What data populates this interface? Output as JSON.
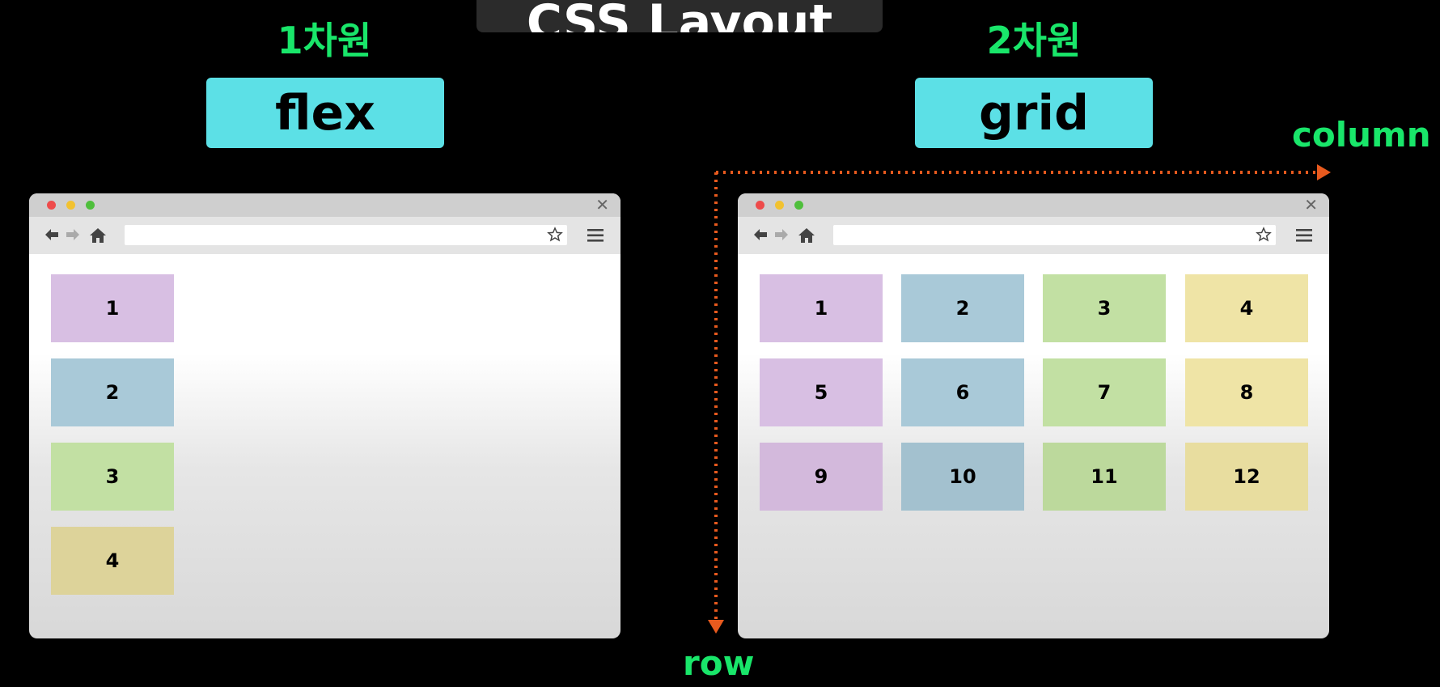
{
  "banner": {
    "title": "CSS Layout"
  },
  "left": {
    "dimension_label": "1차원",
    "mode_label": "flex",
    "items": [
      "1",
      "2",
      "3",
      "4"
    ]
  },
  "right": {
    "dimension_label": "2차원",
    "mode_label": "grid",
    "items": [
      "1",
      "2",
      "3",
      "4",
      "5",
      "6",
      "7",
      "8",
      "9",
      "10",
      "11",
      "12"
    ]
  },
  "axes": {
    "column_label": "column",
    "row_label": "row"
  },
  "browser": {
    "close_glyph": "✕"
  },
  "colors": {
    "background": "#000000",
    "accent_green": "#19e66a",
    "pill": "#5ce0e6",
    "arrow": "#e85a1e",
    "purple": "#d8bfe3",
    "blue": "#a9c9d8",
    "green": "#c2e0a3",
    "yellow": "#efe4a6"
  },
  "icons": [
    "back-arrow-icon",
    "forward-arrow-icon",
    "home-icon",
    "star-icon",
    "menu-icon",
    "close-icon"
  ]
}
